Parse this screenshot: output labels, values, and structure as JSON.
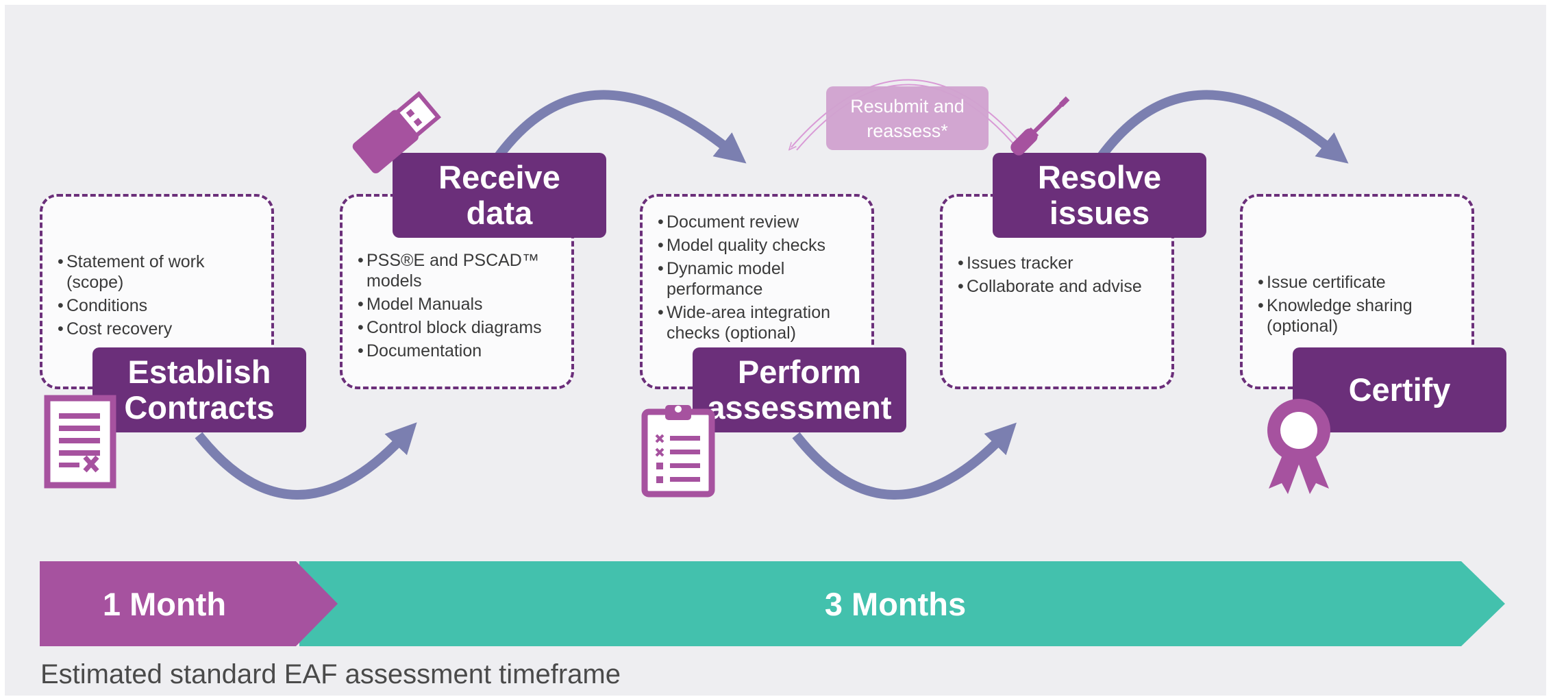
{
  "steps": [
    {
      "name": "establish-contracts",
      "title": "Establish\nContracts",
      "bullets": [
        "Statement of work (scope)",
        "Conditions",
        "Cost recovery"
      ],
      "icon": "contract-document-icon"
    },
    {
      "name": "receive-data",
      "title": "Receive\ndata",
      "bullets": [
        "PSS®E and PSCAD™ models",
        "Model Manuals",
        "Control block diagrams",
        "Documentation"
      ],
      "icon": "usb-drive-icon"
    },
    {
      "name": "perform-assessment",
      "title": "Perform\nassessment",
      "bullets": [
        "Document review",
        "Model quality checks",
        "Dynamic model performance",
        "Wide-area integration checks (optional)"
      ],
      "icon": "clipboard-checklist-icon"
    },
    {
      "name": "resolve-issues",
      "title": "Resolve\nissues",
      "bullets": [
        "Issues tracker",
        "Collaborate and advise"
      ],
      "icon": "screwdriver-icon"
    },
    {
      "name": "certify",
      "title": "Certify",
      "bullets": [
        "Issue certificate",
        "Knowledge sharing (optional)"
      ],
      "icon": "award-ribbon-icon"
    }
  ],
  "resubmit": "Resubmit and\nreassess*",
  "timeline": {
    "phase1": "1 Month",
    "phase2": "3 Months",
    "caption": "Estimated standard EAF assessment timeframe"
  },
  "colors": {
    "background": "#eeeef1",
    "box_border": "#6b2f7a",
    "label_fill": "#6b2f7a",
    "icon": "#a6529f",
    "arrow": "#7b7fb0",
    "phase1": "#a6529f",
    "phase2": "#43c1ad",
    "resubmit": "#d1a3d0"
  }
}
